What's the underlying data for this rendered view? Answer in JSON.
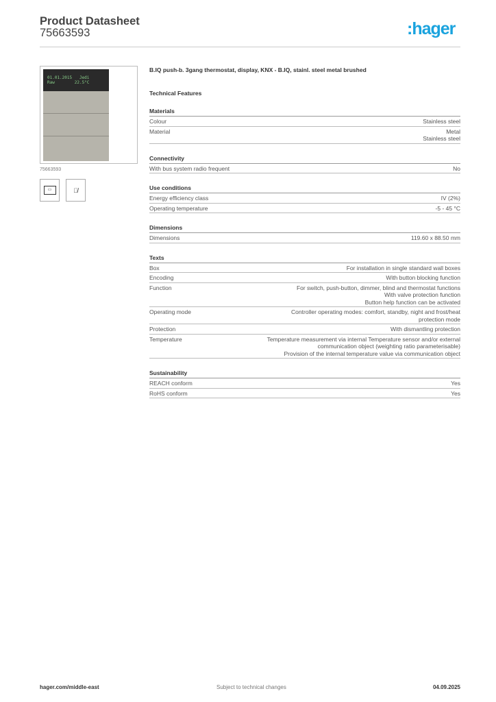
{
  "header": {
    "title": "Product Datasheet",
    "number": "75663593",
    "logo": "hager",
    "brand_color": "#1aa3de"
  },
  "image": {
    "caption": "75663593",
    "display_line1": "01.01.2015   Jedi",
    "display_line2": "Raw        22.5°C"
  },
  "icons": [
    "display-icon",
    "weee-bin-icon"
  ],
  "description": "B.IQ push-b. 3gang thermostat, display, KNX - B.IQ, stainl. steel metal brushed",
  "technical_features": "Technical Features",
  "sections": [
    {
      "title": "Materials",
      "rows": [
        {
          "k": "Colour",
          "v": "Stainless steel"
        },
        {
          "k": "Material",
          "v": "Metal\nStainless steel"
        }
      ]
    },
    {
      "title": "Connectivity",
      "rows": [
        {
          "k": "With bus system radio frequent",
          "v": "No"
        }
      ]
    },
    {
      "title": "Use conditions",
      "rows": [
        {
          "k": "Energy efficiency class",
          "v": "IV (2%)"
        },
        {
          "k": "Operating temperature",
          "v": "-5 - 45 °C"
        }
      ]
    },
    {
      "title": "Dimensions",
      "rows": [
        {
          "k": "Dimensions",
          "v": "119.60 x 88.50 mm"
        }
      ]
    },
    {
      "title": "Texts",
      "rows": [
        {
          "k": "Box",
          "v": "For installation in single standard wall boxes"
        },
        {
          "k": "Encoding",
          "v": "With button blocking function"
        },
        {
          "k": "Function",
          "v": "For switch, push-button, dimmer, blind and thermostat functions\nWith valve protection function\nButton help function can be activated"
        },
        {
          "k": "Operating mode",
          "v": "Controller operating modes: comfort, standby, night and frost/heat\nprotection mode"
        },
        {
          "k": "Protection",
          "v": "With dismantling protection"
        },
        {
          "k": "Temperature",
          "v": "Temperature measurement via internal Temperature sensor and/or external\ncommunication object (weighting ratio parameterisable)\nProvision of the internal temperature value via communication object"
        }
      ]
    },
    {
      "title": "Sustainability",
      "rows": [
        {
          "k": "REACH conform",
          "v": "Yes"
        },
        {
          "k": "RoHS conform",
          "v": "Yes"
        }
      ]
    }
  ],
  "footer": {
    "left": "hager.com/middle-east",
    "center": "Subject to technical changes",
    "right": "04.09.2025"
  }
}
